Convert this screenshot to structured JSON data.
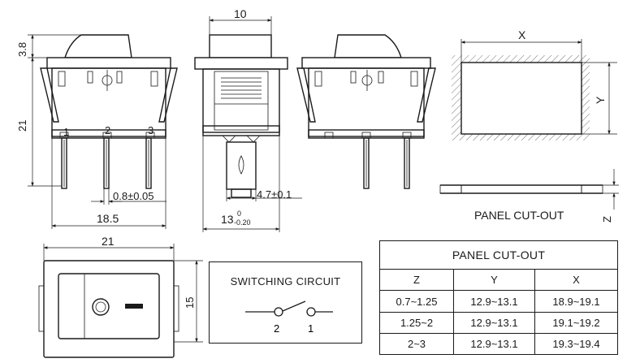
{
  "top_views": {
    "dim_height_small": "3.8",
    "dim_height_main": "21",
    "terminal_labels": [
      "1",
      "2",
      "3"
    ],
    "dim_pin_width": "0.8±0.05",
    "dim_body_length": "18.5"
  },
  "end_view": {
    "dim_actuator_width": "10",
    "dim_pin_tab": "4.7±0.1",
    "dim_body_width_main": "13",
    "dim_tol_upper": "0",
    "dim_tol_lower": "-0.20"
  },
  "panel_cutout": {
    "label_x": "X",
    "label_y": "Y",
    "label_z": "Z",
    "caption": "PANEL CUT-OUT"
  },
  "front_view": {
    "dim_width": "21",
    "dim_height": "15"
  },
  "switching_circuit": {
    "title": "SWITCHING CIRCUIT",
    "terminal_left": "2",
    "terminal_right": "1"
  },
  "cutout_table": {
    "title": "PANEL CUT-OUT",
    "headers": [
      "Z",
      "Y",
      "X"
    ],
    "rows": [
      [
        "0.7~1.25",
        "12.9~13.1",
        "18.9~19.1"
      ],
      [
        "1.25~2",
        "12.9~13.1",
        "19.1~19.2"
      ],
      [
        "2~3",
        "12.9~13.1",
        "19.3~19.4"
      ]
    ]
  }
}
